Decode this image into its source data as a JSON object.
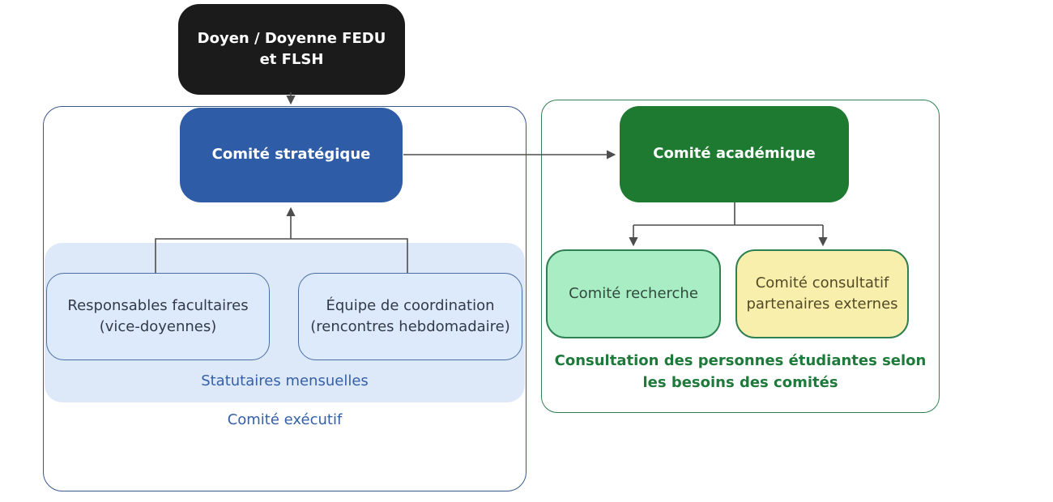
{
  "diagram": {
    "root": {
      "label": "Doyen / Doyenne FEDU et FLSH"
    },
    "strategic": {
      "label": "Comité stratégique"
    },
    "academic": {
      "label": "Comité académique"
    },
    "members": [
      {
        "label": "Responsables facultaires (vice-doyennes)"
      },
      {
        "label": "Équipe de coordination (rencontres hebdomadaire)"
      }
    ],
    "statutory_note": "Statutaires mensuelles",
    "executive_label": "Comité exécutif",
    "subcommittees": [
      {
        "label": "Comité recherche"
      },
      {
        "label": "Comité consultatif partenaires externes"
      }
    ],
    "consultation_note": "Consultation des personnes étudiantes selon les besoins des comités",
    "colors": {
      "root_fill": "#1b1b1b",
      "strategic_fill": "#2e5ca6",
      "academic_fill": "#1e7a31",
      "member_fill": "#dceafb",
      "member_border": "#4a6fa5",
      "statutory_group_fill": "#dde9f9",
      "outer_container_border": "#39588c",
      "green_container_border": "#2f8052",
      "research_fill": "#a9edc4",
      "consultative_fill": "#f9efad",
      "note_blue": "#3560a8",
      "note_green": "#1e7a3a",
      "connector": "#4d4d4d"
    }
  }
}
